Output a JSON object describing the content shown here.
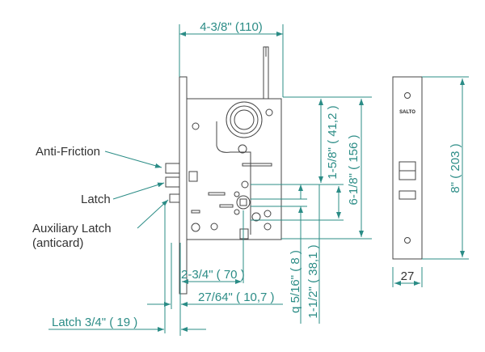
{
  "labels": {
    "anti_friction": "Anti-Friction",
    "latch": "Latch",
    "auxiliary_latch": "Auxiliary Latch",
    "anticard": "(anticard)"
  },
  "dimensions": {
    "case_width": "4-3/8\" (110)",
    "hub_to_cylinder": "1-5/8\" ( 41,2 )",
    "case_height": "6-1/8\" ( 156 )",
    "faceplate_height": "8\" ( 203 )",
    "faceplate_width": "27",
    "backset": "2-3/4\" ( 70 )",
    "faceplate_offset": "27/64\" ( 10,7 )",
    "latch_throw": "Latch 3/4\" ( 19 )",
    "spindle": "q 5/16\" ( 8 )",
    "hub_spacing": "1-1/2\" ( 38,1 )"
  },
  "brand": "SALTO",
  "colors": {
    "dimension": "#2b8c86",
    "drawing": "#444444"
  }
}
